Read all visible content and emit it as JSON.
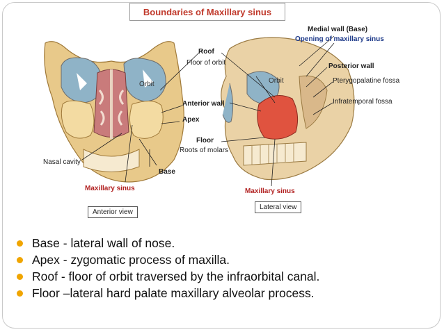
{
  "title": "Boundaries of Maxillary sinus",
  "anterior": {
    "labels": {
      "roof": "Roof",
      "floor_of_orbit": "Floor of orbit",
      "orbit": "Orbit",
      "anterior_wall": "Anterior wall",
      "apex": "Apex",
      "floor": "Floor",
      "roots_of_molars": "Roots of molars",
      "nasal_cavity": "Nasal cavity",
      "base": "Base",
      "maxillary_sinus": "Maxillary sinus"
    },
    "view_label": "Anterior view"
  },
  "lateral": {
    "labels": {
      "medial_wall": "Medial wall (Base)",
      "opening": "Opening of maxillary sinus",
      "orbit": "Orbit",
      "posterior_wall": "Posterior wall",
      "pterygopalatine": "Pterygopalatine fossa",
      "infratemporal": "Infratemporal fossa",
      "maxillary_sinus": "Maxillary sinus"
    },
    "view_label": "Lateral view"
  },
  "bullets": [
    "Base - lateral wall of nose.",
    "Apex - zygomatic process of maxilla.",
    "Roof - floor of orbit traversed by the infraorbital canal.",
    "Floor –lateral hard palate maxillary alveolar process."
  ],
  "colors": {
    "bullet": "#f0a500",
    "title": "#c0392b",
    "sinus": "#e0533f",
    "bone": "#e8c98a",
    "orbit_fill": "#8fb3c7"
  }
}
